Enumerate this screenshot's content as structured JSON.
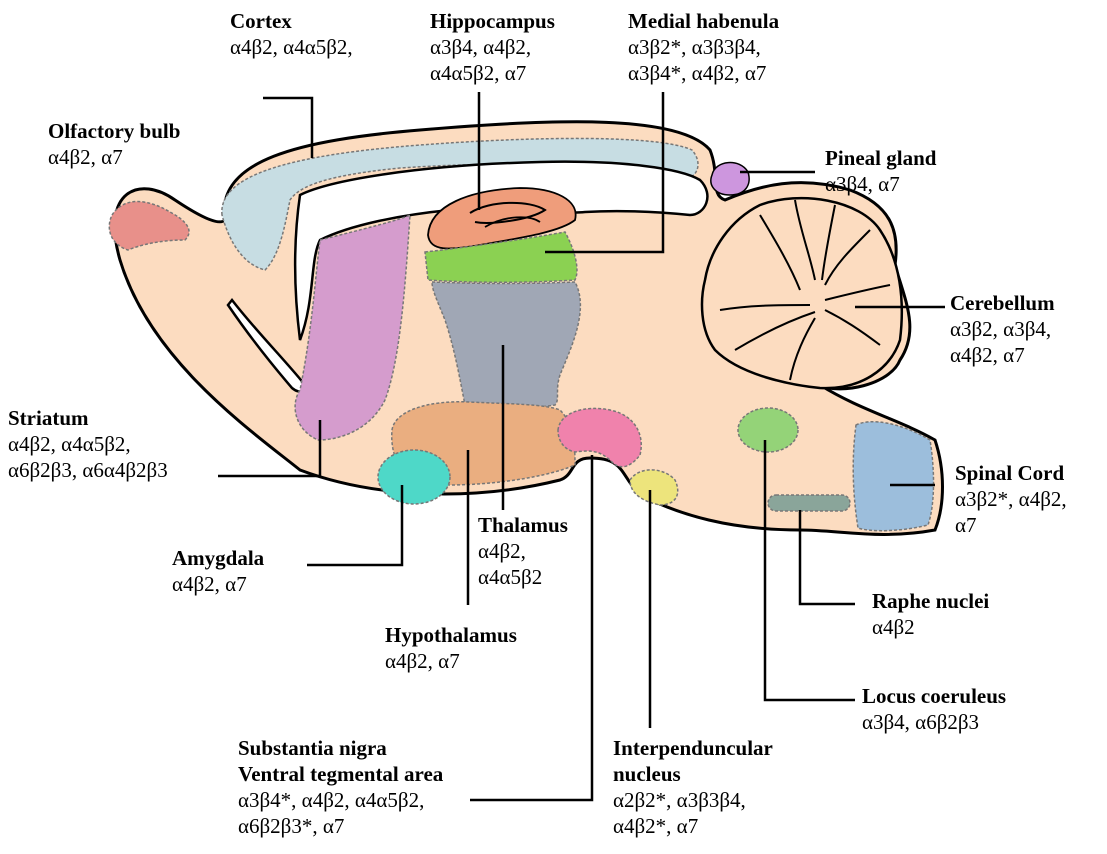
{
  "regions": {
    "cortex": {
      "name": "Cortex",
      "subunits": [
        "α4β2, α4α5β2,"
      ]
    },
    "hippocampus": {
      "name": "Hippocampus",
      "subunits": [
        "α3β4, α4β2,",
        "α4α5β2, α7"
      ]
    },
    "medial_habenula": {
      "name": "Medial habenula",
      "subunits": [
        "α3β2*, α3β3β4,",
        "α3β4*, α4β2, α7"
      ]
    },
    "olfactory_bulb": {
      "name": "Olfactory bulb",
      "subunits": [
        "α4β2, α7"
      ]
    },
    "pineal_gland": {
      "name": "Pineal gland",
      "subunits": [
        "α3β4, α7"
      ]
    },
    "cerebellum": {
      "name": "Cerebellum",
      "subunits": [
        "α3β2, α3β4,",
        "α4β2, α7"
      ]
    },
    "striatum": {
      "name": "Striatum",
      "subunits": [
        "α4β2, α4α5β2,",
        "α6β2β3, α6α4β2β3"
      ]
    },
    "spinal_cord": {
      "name": "Spinal Cord",
      "subunits": [
        "α3β2*, α4β2,",
        "α7"
      ]
    },
    "amygdala": {
      "name": "Amygdala",
      "subunits": [
        "α4β2, α7"
      ]
    },
    "thalamus": {
      "name": "Thalamus",
      "subunits": [
        "α4β2,",
        "α4α5β2"
      ]
    },
    "raphe_nuclei": {
      "name": "Raphe nuclei",
      "subunits": [
        "α4β2"
      ]
    },
    "hypothalamus": {
      "name": "Hypothalamus",
      "subunits": [
        "α4β2, α7"
      ]
    },
    "locus_coeruleus": {
      "name": "Locus coeruleus",
      "subunits": [
        "α3β4, α6β2β3"
      ]
    },
    "substantia_nigra": {
      "name_line1": "Substantia nigra",
      "name_line2": "Ventral tegmental area",
      "subunits": [
        "α3β4*, α4β2, α4α5β2,",
        "α6β2β3*, α7"
      ]
    },
    "interpeduncular": {
      "name_line1": "Interpenduncular",
      "name_line2": "nucleus",
      "subunits": [
        "α2β2*, α3β3β4,",
        "α4β2*, α7"
      ]
    }
  },
  "colors": {
    "brain_fill": "#fcdcc0",
    "cortex": "#c7dde3",
    "olfactory": "#e8908a",
    "striatum": "#d59ccd",
    "hippocampus": "#ef9d7b",
    "habenula": "#8bd152",
    "thalamus": "#a0a7b5",
    "hypothalamus": "#eaae80",
    "amygdala": "#4ed8c8",
    "substantia_nigra": "#f082ac",
    "interpeduncular": "#ede47c",
    "locus_coeruleus": "#94d378",
    "raphe": "#8aa59a",
    "spinal_cord": "#9cbedc",
    "pineal": "#cd96de",
    "outline": "#000000"
  }
}
